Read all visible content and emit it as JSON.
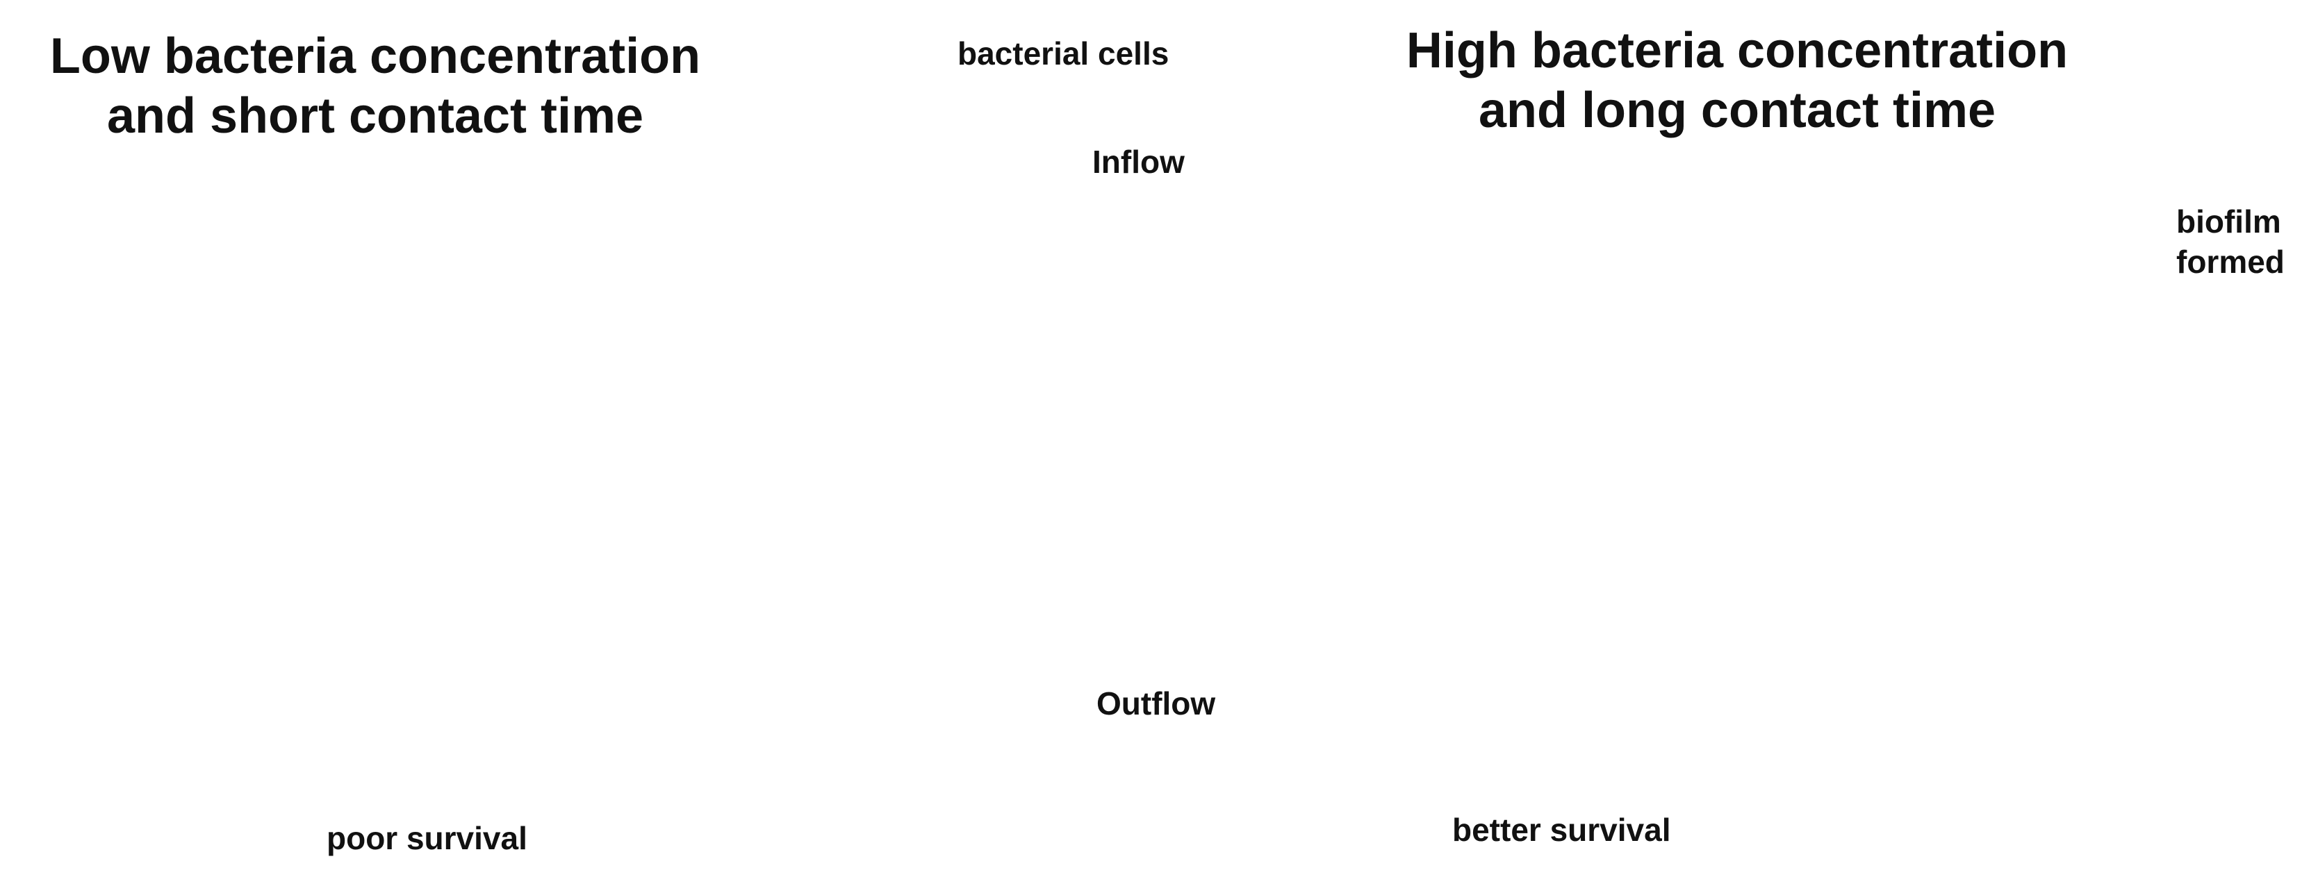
{
  "left_panel": {
    "title_line1": "Low bacteria concentration",
    "title_line2": "and short contact time",
    "axis_label": "poor survival",
    "curve_color": "#0aa84a"
  },
  "center_panel": {
    "cells_label": "bacterial cells",
    "inflow_label": "Inflow",
    "outflow_label": "Outflow"
  },
  "right_panel": {
    "title_line1": "High bacteria concentration",
    "title_line2": "and long contact time",
    "biofilm_line1": "biofilm",
    "biofilm_line2": "formed",
    "axis_label": "better survival",
    "curve_color": "#e01010"
  },
  "colors": {
    "cell": "#f5ec1a",
    "biofilm": "#8fd08a",
    "arrow_left": "#0aa84a",
    "arrow_right": "#e81010",
    "axis": "#2a72c8"
  },
  "icons": [
    "bacterium-icon",
    "soil-particle-icon",
    "column-reactor-icon"
  ]
}
